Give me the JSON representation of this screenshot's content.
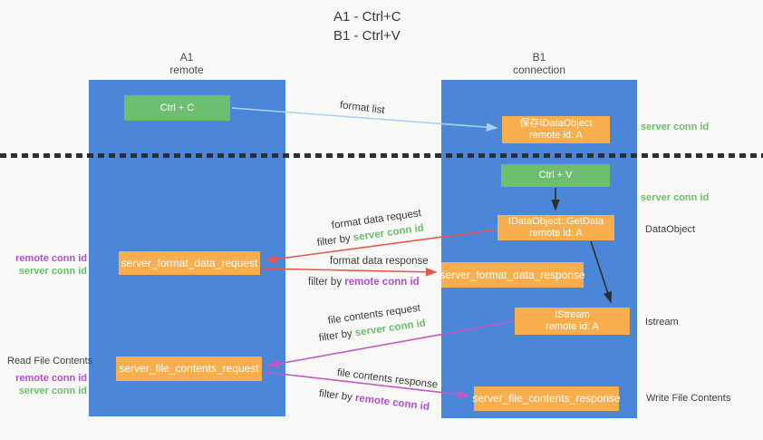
{
  "title": {
    "line1": "A1 - Ctrl+C",
    "line2": "B1 - Ctrl+V"
  },
  "columns": {
    "a": {
      "name": "A1",
      "subtitle": "remote"
    },
    "b": {
      "name": "B1",
      "subtitle": "connection"
    }
  },
  "nodes": {
    "ctrl_c": {
      "label": "Ctrl + C"
    },
    "save_idataobject": {
      "line1": "保存IDataObject",
      "line2": "remote id: A"
    },
    "ctrl_v": {
      "label": "Ctrl + V"
    },
    "getdata": {
      "line1": "IDataObject::GetData",
      "line2": "remote id: A"
    },
    "format_request": {
      "label": "server_format_data_request"
    },
    "format_response": {
      "label": "server_format_data_response"
    },
    "istream": {
      "line1": "IStream",
      "line2": "remote id: A"
    },
    "file_request": {
      "label": "server_file_contents_request"
    },
    "file_response": {
      "label": "server_file_contents_response"
    }
  },
  "left_labels": {
    "remote_conn_id_1": "remote conn id",
    "server_conn_id_1": "server conn id",
    "read_file_contents": "Read File Contents",
    "remote_conn_id_2": "remote conn id",
    "server_conn_id_2": "server conn id"
  },
  "right_labels": {
    "server_conn_id_1": "server conn id",
    "server_conn_id_2": "server conn id",
    "dataobject": "DataObject",
    "istream": "Istream",
    "write_file_contents": "Write File Contents"
  },
  "arrow_labels": {
    "format_list": "format list",
    "format_data_request": "format data request",
    "format_data_response": "format data response",
    "file_contents_request": "file contents request",
    "file_contents_response": "file contents response",
    "filter_by": "filter by ",
    "server_conn_id": "server conn id",
    "remote_conn_id": "remote conn id"
  },
  "colors": {
    "column_blue": "#4b86d9",
    "node_green": "#6dbf6f",
    "node_orange": "#f8ae4c",
    "arrow_red": "#e8584e",
    "arrow_magenta": "#c05ac0",
    "arrow_light_blue": "#a9d2f0",
    "arrow_black": "#2d2d2d",
    "text_green": "#6abf6c",
    "text_purple": "#b150cc"
  }
}
